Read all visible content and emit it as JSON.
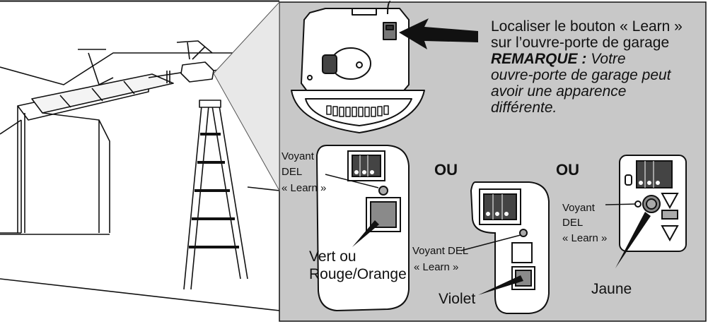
{
  "instruction": {
    "line1": "Localiser le bouton « Learn »",
    "line2": "sur l’ouvre-porte de garage",
    "remarque": "REMARQUE :",
    "note1": "Votre",
    "note2": "ouvre-porte de garage peut",
    "note3": "avoir une apparence",
    "note4": "différente."
  },
  "panel1": {
    "led_label": [
      "Voyant",
      "DEL",
      "« Learn »"
    ],
    "button_color": [
      "Vert ou",
      "Rouge/Orange"
    ]
  },
  "separator_1": "OU",
  "panel2": {
    "led_label": [
      "Voyant DEL",
      "« Learn »"
    ],
    "button_color": "Violet"
  },
  "separator_2": "OU",
  "panel3": {
    "led_label": [
      "Voyant",
      "DEL",
      "« Learn »"
    ],
    "button_color": "Jaune"
  },
  "colors": {
    "panel_bg": "#c8c8c8",
    "line": "#111111",
    "white": "#ffffff",
    "button_gray": "#8a8a8a"
  }
}
